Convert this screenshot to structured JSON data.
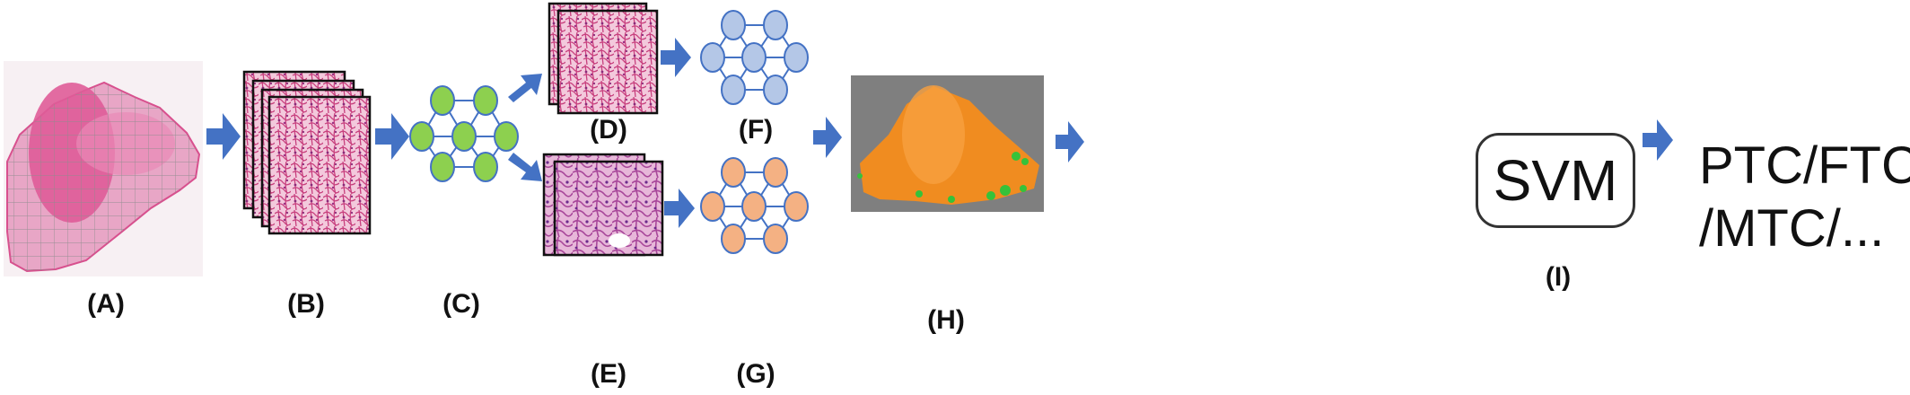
{
  "labels": {
    "a": "(A)",
    "b": "(B)",
    "c": "(C)",
    "d": "(D)",
    "e": "(E)",
    "f": "(F)",
    "g": "(G)",
    "h": "(H)",
    "i": "(I)"
  },
  "svm_text": "SVM",
  "result": {
    "line1": "PTC/FTC",
    "line2": "/MTC/..."
  },
  "colors": {
    "arrow": "#4472c4",
    "net_c": "#8dd04f",
    "net_f": "#b4c7e7",
    "net_g": "#f4b183",
    "tissue_pink": "#e0609a",
    "heatmap_orange": "#f08c20",
    "heatmap_bg": "#7f7f7f",
    "heatmap_green": "#36c23a"
  }
}
